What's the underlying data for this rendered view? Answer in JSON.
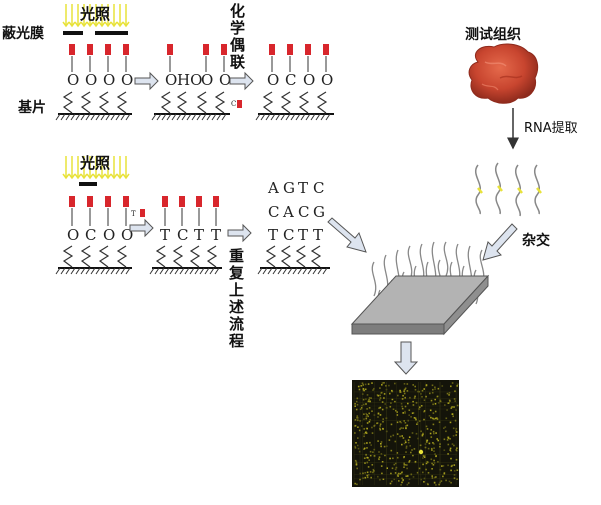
{
  "labels": {
    "mask": "蔽光膜",
    "light1": "光照",
    "substrate": "基片",
    "coupling": "化学偶联",
    "test_tissue": "测试组织",
    "rna_extraction": "RNA提取",
    "light2": "光照",
    "hybridization": "杂交",
    "repeat": "重复上述流程"
  },
  "sequences": {
    "row1_stage1": [
      "O",
      "O",
      "O",
      "O"
    ],
    "row1_stage2": [
      "O",
      "HO",
      "O",
      "O"
    ],
    "row1_stage3": [
      "O",
      "C",
      "O",
      "O"
    ],
    "reagent_c": "C",
    "row2_stage1": [
      "O",
      "C",
      "O",
      "O"
    ],
    "reagent_t": "T",
    "row2_stage2": [
      "T",
      "C",
      "T",
      "T"
    ],
    "final_line1": [
      "A",
      "G",
      "T",
      "C"
    ],
    "final_line2": [
      "C",
      "A",
      "C",
      "G"
    ],
    "final_line3": [
      "T",
      "C",
      "T",
      "T"
    ]
  },
  "colors": {
    "light_arrows": "#e8e23a",
    "protecting_group": "#d8262c",
    "tissue": "#c8452f",
    "chip": "#9a9a9a",
    "scan_bg": "#14140a",
    "scan_dots": "#b8b020"
  }
}
